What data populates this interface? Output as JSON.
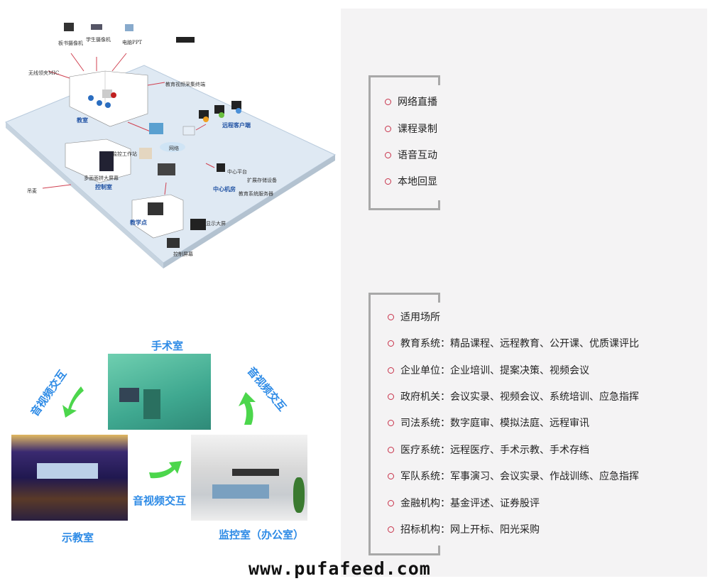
{
  "diagram": {
    "labels": {
      "board_camera": "板书摄像机",
      "student_camera": "学生摄像机",
      "pc_ppt": "电脑PPT",
      "wireless_mic": "无线领夹MIC",
      "capture_terminal": "教育视频采集终端",
      "classroom": "教室",
      "remote_client": "远程客户端",
      "network": "网络",
      "monitor_station": "监控工作站",
      "control_room": "控制室",
      "multi_screen": "多画面拼大屏幕",
      "hanging_mic": "吊麦",
      "center_platform": "中心平台",
      "storage": "扩展存储设备",
      "server": "教育系统服务器",
      "center_room": "中心机房",
      "teaching_point": "教学点",
      "display_screen": "显示大屏",
      "control_screen": "控制屏幕"
    }
  },
  "interaction": {
    "surgery_room": "手术室",
    "demo_classroom": "示教室",
    "monitor_room": "监控室（办公室）",
    "av_interaction": "音视频交互"
  },
  "features": {
    "items": [
      "网络直播",
      "课程录制",
      "语音互动",
      "本地回显"
    ]
  },
  "applications": {
    "items": [
      "适用场所",
      "教育系统：精品课程、远程教育、公开课、优质课评比",
      "企业单位：企业培训、提案决策、视频会议",
      "政府机关：会议实录、视频会议、系统培训、应急指挥",
      "司法系统：数字庭审、模拟法庭、远程审讯",
      "医疗系统：远程医疗、手术示教、手术存档",
      "军队系统：军事演习、会议实录、作战训练、应急指挥",
      "金融机构：基金评述、证券股评",
      "招标机构：网上开标、阳光采购"
    ]
  },
  "watermark": "www.pufafeed.com",
  "colors": {
    "accent_dot": "#c8324a",
    "label_blue": "#2e8be6",
    "panel_bg": "#f4f3f4"
  }
}
